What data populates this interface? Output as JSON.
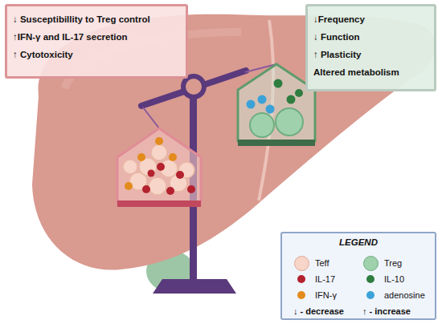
{
  "diagram": {
    "nodes": [
      {
        "text": [
          "↓ Susceptibillity to Treg control",
          "↑IFN-γ and IL-17 secretion",
          "↑ Cytotoxicity"
        ]
      },
      {
        "text": [
          "↓Frequency",
          "↓ Function",
          "↑ Plasticity",
          "Altered metabolism"
        ]
      }
    ],
    "labels": [
      "LEGEND"
    ],
    "legend": [
      {
        "text": "Teff",
        "color": "#f7d5c8"
      },
      {
        "text": "Treg",
        "color": "#9fd1ac"
      },
      {
        "text": "IL-17",
        "color": "#b3222e"
      },
      {
        "text": "IL-10",
        "color": "#2f7d3f"
      },
      {
        "text": "IFN-γ",
        "color": "#e38b1c"
      },
      {
        "text": "adenosine",
        "color": "#3ba2d8"
      },
      {
        "text": "↓ - decrease"
      },
      {
        "text": "↑ - increase"
      }
    ]
  }
}
